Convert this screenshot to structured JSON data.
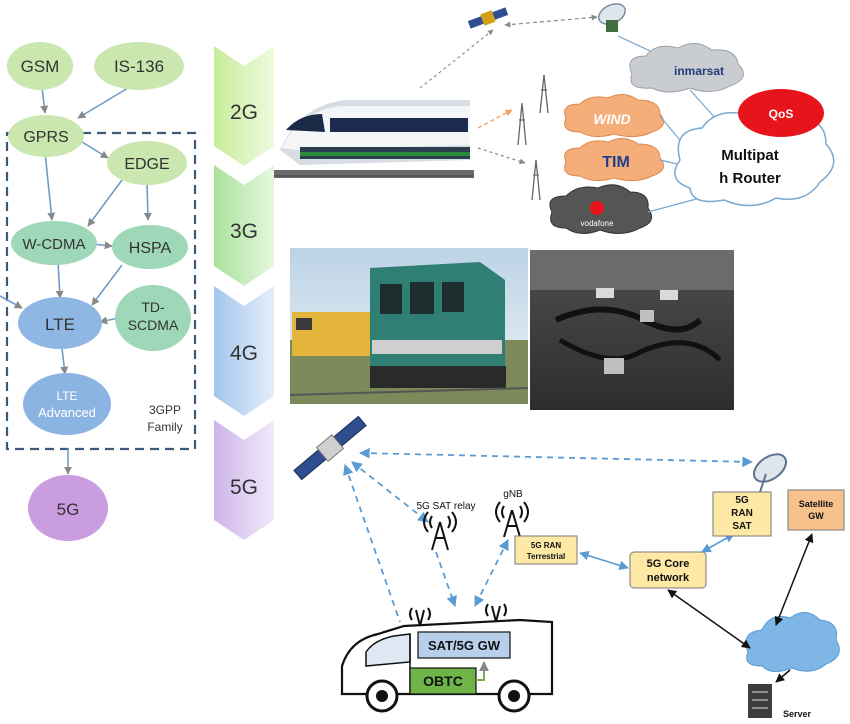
{
  "evolution": {
    "nodes": {
      "gsm": "GSM",
      "is136": "IS-136",
      "gprs": "GPRS",
      "edge": "EDGE",
      "wcdma": "W-CDMA",
      "hspa": "HSPA",
      "lte": "LTE",
      "tdscdma_1": "TD-",
      "tdscdma_2": "SCDMA",
      "lteadv_1": "LTE",
      "lteadv_2": "Advanced",
      "fiveg": "5G"
    },
    "family_1": "3GPP",
    "family_2": "Family"
  },
  "generations": [
    "2G",
    "3G",
    "4G",
    "5G"
  ],
  "multipath": {
    "operators": {
      "inmarsat": "inmarsat",
      "wind": "WIND",
      "tim": "TIM",
      "vodafone": "vodafone"
    },
    "qos": "QoS",
    "router_1": "Multipat",
    "router_2": "h Router"
  },
  "architecture": {
    "sat_relay": "5G SAT relay",
    "gnb": "gNB",
    "ran_terrestrial_1": "5G RAN",
    "ran_terrestrial_2": "Terrestrial",
    "ran_sat_1": "5G",
    "ran_sat_2": "RAN",
    "ran_sat_3": "SAT",
    "satellite_gw_1": "Satellite",
    "satellite_gw_2": "GW",
    "core_1": "5G Core",
    "core_2": "network",
    "sat_5g_gw": "SAT/5G GW",
    "obtc": "OBTC",
    "server": "Server"
  },
  "colors": {
    "green_node": "#c9e7ae",
    "teal_node": "#9ed8b8",
    "blue_node": "#8fb7e3",
    "lte_adv": "#8cb4e2",
    "purple_node": "#c99de0",
    "box_yellow": "#fde8a6",
    "box_orange": "#f7c28c",
    "obtc_green": "#6fb449",
    "gw_blue": "#b8cfeb",
    "dashed_blue": "#5b9bd5",
    "qos_red": "#e8141b"
  }
}
